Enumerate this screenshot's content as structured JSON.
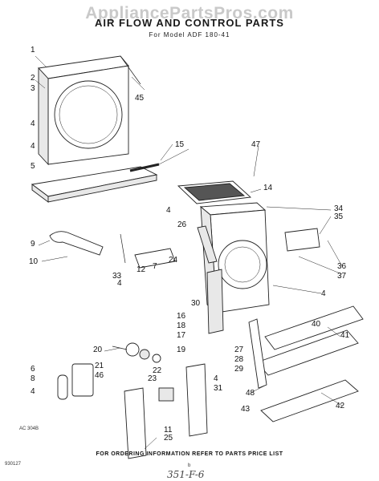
{
  "watermark": "AppliancePartsPros.com",
  "title": "AIR FLOW AND CONTROL PARTS",
  "subtitle": "For Model ADF 180-41",
  "footer": "FOR ORDERING INFORMATION REFER TO PARTS PRICE LIST",
  "drawing_code": "AC 304B",
  "sheet_code": "930127",
  "page_marker": "b",
  "handwritten_note": "351-F-6",
  "callouts": [
    "1",
    "2",
    "3",
    "4",
    "4",
    "5",
    "45",
    "15",
    "47",
    "14",
    "34",
    "35",
    "9",
    "10",
    "4",
    "26",
    "12",
    "7",
    "24",
    "33",
    "4",
    "30",
    "36",
    "37",
    "4",
    "16",
    "18",
    "17",
    "19",
    "20",
    "40",
    "41",
    "6",
    "8",
    "4",
    "21",
    "46",
    "22",
    "23",
    "27",
    "28",
    "29",
    "4",
    "31",
    "48",
    "43",
    "42",
    "11",
    "25"
  ]
}
